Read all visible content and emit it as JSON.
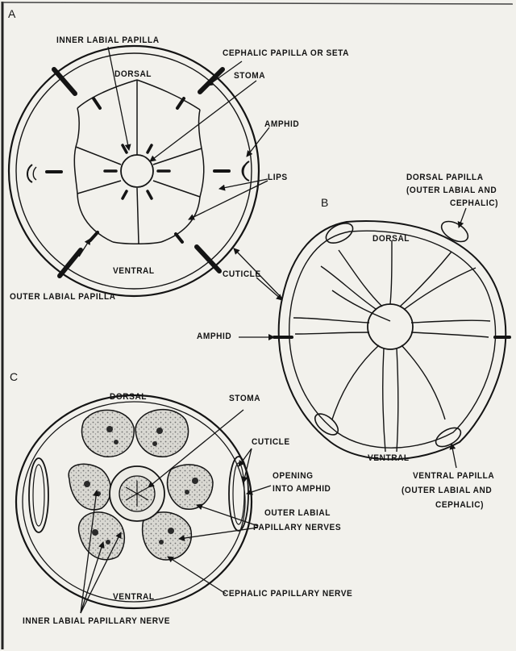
{
  "panels": {
    "a": "A",
    "b": "B",
    "c": "C"
  },
  "panel_a": {
    "inner_labial_papilla": "INNER LABIAL PAPILLA",
    "cephalic_papilla": "CEPHALIC PAPILLA OR SETA",
    "dorsal": "DORSAL",
    "stoma": "STOMA",
    "amphid": "AMPHID",
    "lips": "LIPS",
    "ventral": "VENTRAL",
    "cuticle": "CUTICLE",
    "outer_labial_papilla": "OUTER LABIAL PAPILLA"
  },
  "panel_b": {
    "dorsal_papilla_1": "DORSAL PAPILLA",
    "dorsal_papilla_2": "(OUTER LABIAL AND",
    "dorsal_papilla_3": "CEPHALIC)",
    "dorsal": "DORSAL",
    "amphid": "AMPHID",
    "ventral": "VENTRAL",
    "ventral_papilla_1": "VENTRAL PAPILLA",
    "ventral_papilla_2": "(OUTER LABIAL AND",
    "ventral_papilla_3": "CEPHALIC)"
  },
  "panel_c": {
    "dorsal": "DORSAL",
    "stoma": "STOMA",
    "cuticle": "CUTICLE",
    "opening_1": "OPENING",
    "opening_2": "INTO AMPHID",
    "outer_nerves_1": "OUTER LABIAL",
    "outer_nerves_2": "PAPILLARY NERVES",
    "ventral": "VENTRAL",
    "cephalic_nerve": "CEPHALIC PAPILLARY NERVE",
    "inner_nerve": "INNER LABIAL PAPILLARY NERVE"
  },
  "colors": {
    "ink": "#141414",
    "paper": "#f2f1ec",
    "stipple": "#8a8a8a"
  }
}
